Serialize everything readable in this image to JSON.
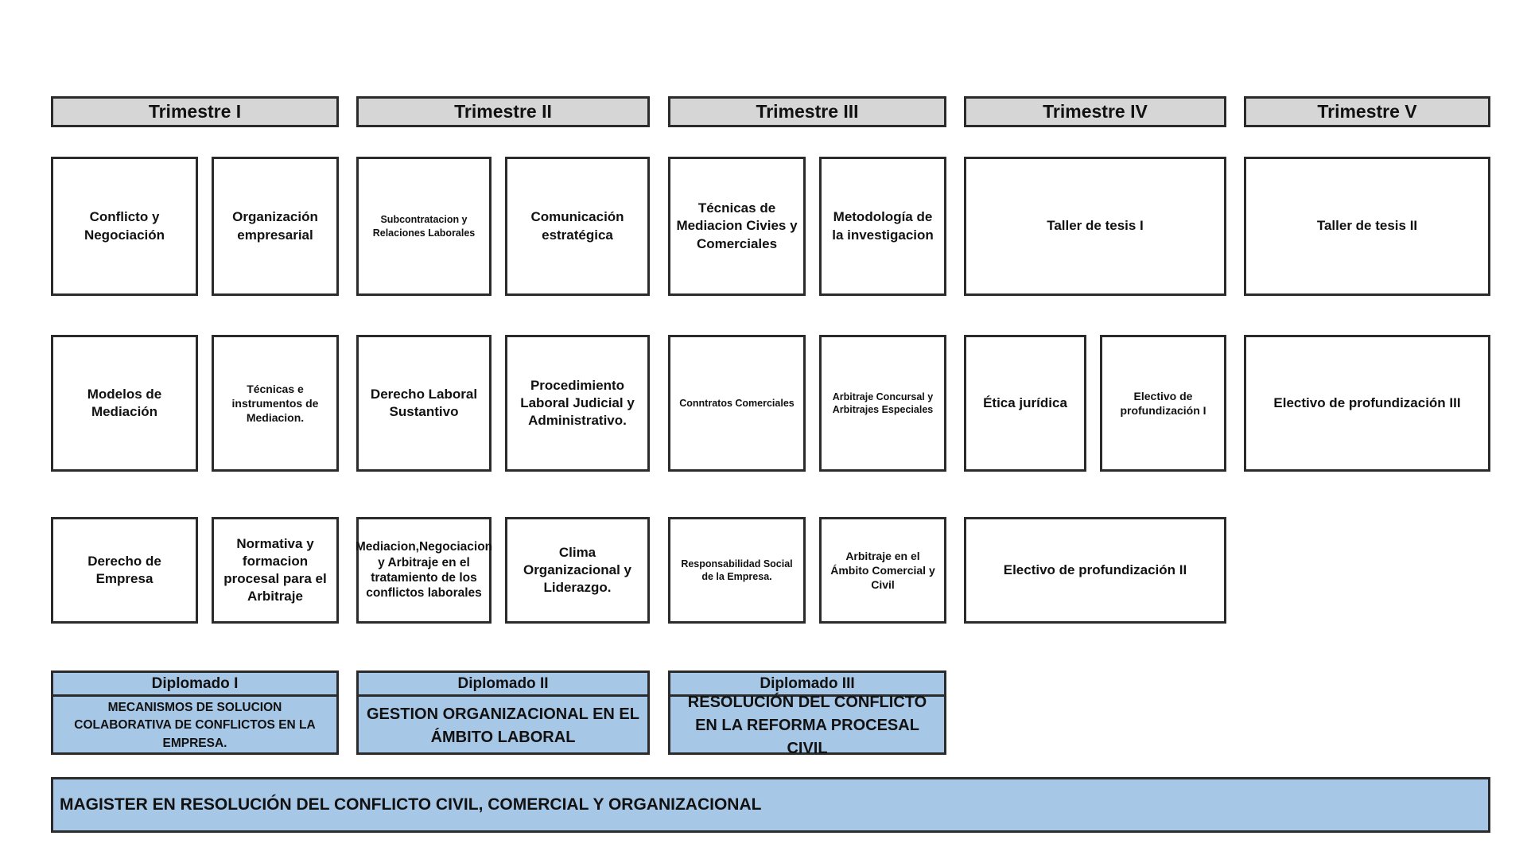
{
  "headers": [
    "Trimestre I",
    "Trimestre II",
    "Trimestre III",
    "Trimestre IV",
    "Trimestre V"
  ],
  "row1": [
    "Conflicto y Negociación",
    "Organización empresarial",
    "Subcontratacion y Relaciones Laborales",
    "Comunicación estratégica",
    "Técnicas de Mediacion Civies y Comerciales",
    "Metodología de la investigacion",
    "Taller de tesis I",
    "Taller de tesis II"
  ],
  "row2": [
    "Modelos de Mediación",
    "Técnicas e instrumentos de Mediacion.",
    "Derecho Laboral Sustantivo",
    "Procedimiento Laboral Judicial y Administrativo.",
    "Conntratos Comerciales",
    "Arbitraje Concursal y Arbitrajes Especiales",
    "Ética jurídica",
    "Electivo de profundización  I",
    "Electivo de profundización  III"
  ],
  "row3": [
    "Derecho de  Empresa",
    "Normativa y formacion procesal para el Arbitraje",
    "Mediacion,Negociacion y Arbitraje en el tratamiento de los conflictos laborales",
    "Clima Organizacional y Liderazgo.",
    "Responsabilidad Social de la Empresa.",
    "Arbitraje en el Ámbito Comercial y Civil",
    "Electivo de profundización  II"
  ],
  "diplomados": [
    {
      "title": "Diplomado I",
      "body": "MECANISMOS DE SOLUCION COLABORATIVA DE CONFLICTOS EN LA EMPRESA."
    },
    {
      "title": "Diplomado II",
      "body": "GESTION ORGANIZACIONAL EN EL ÁMBITO LABORAL"
    },
    {
      "title": "Diplomado III",
      "body": "RESOLUCIÓN DEL CONFLICTO EN LA REFORMA PROCESAL CIVIL"
    }
  ],
  "magister": "MAGISTER EN RESOLUCIÓN DEL CONFLICTO CIVIL, COMERCIAL Y ORGANIZACIONAL",
  "colors": {
    "header_fill": "#d6d6d6",
    "diploma_fill": "#a7c7e7",
    "border": "#2b2b2b"
  }
}
